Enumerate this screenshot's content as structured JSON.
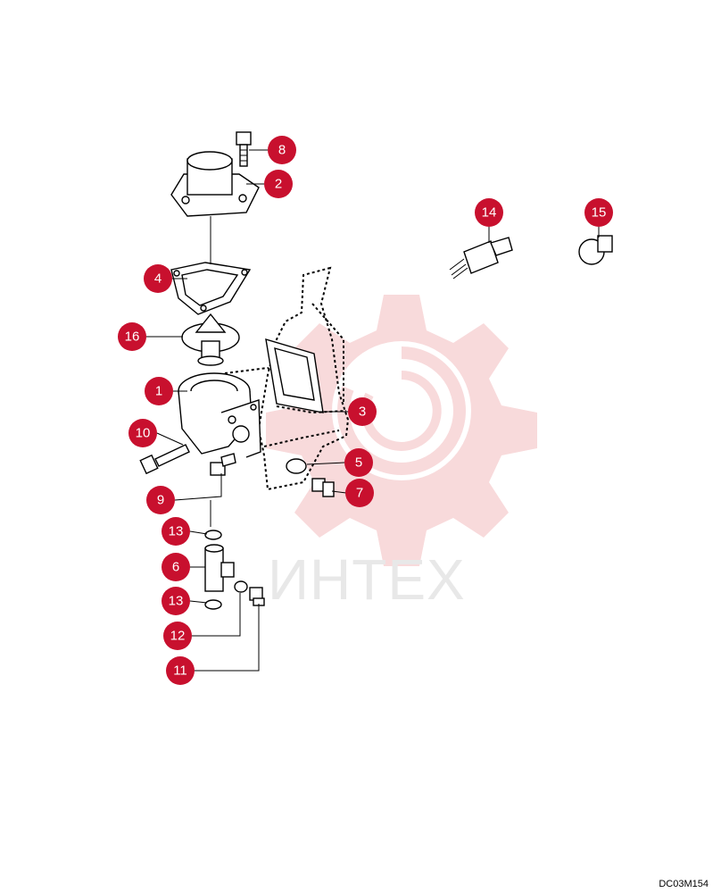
{
  "drawing_code": "DC03M154",
  "watermark": {
    "text": "ИНТЕХ"
  },
  "colors": {
    "callout": "#c8102e",
    "watermark": "#f6d5d7",
    "ink": "#000000"
  },
  "callouts": [
    "8",
    "2",
    "4",
    "16",
    "1",
    "10",
    "9",
    "13",
    "6",
    "13",
    "12",
    "11",
    "3",
    "5",
    "7",
    "14",
    "15"
  ]
}
